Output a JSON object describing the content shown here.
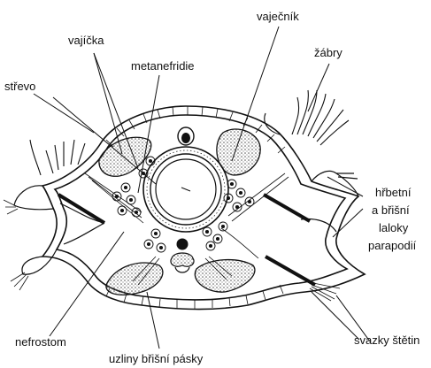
{
  "labels": {
    "vajicka": "vajíčka",
    "vajecnik": "vaječník",
    "metanefridie": "metanefridie",
    "zabry": "žábry",
    "strevo": "střevo",
    "hrbetni_line1": "hřbetní",
    "hrbetni_line2": "a břišní",
    "hrbetni_line3": "laloky",
    "hrbetni_line4": "parapodií",
    "nefrostom": "nefrostom",
    "svazky": "svazky štětin",
    "uzliny": "uzliny břišní pásky"
  },
  "colors": {
    "ink": "#111111",
    "stipple": "#6a6a6a",
    "background": "#ffffff"
  }
}
